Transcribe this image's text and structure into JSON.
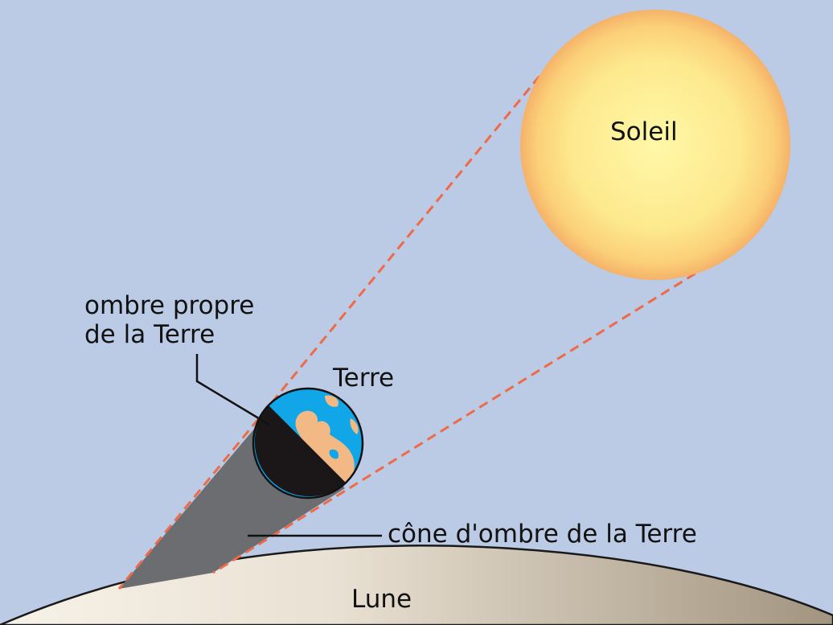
{
  "labels": {
    "sun": "Soleil",
    "earth": "Terre",
    "moon": "Lune",
    "own_shadow_line1": "ombre propre",
    "own_shadow_line2": "de la Terre",
    "shadow_cone": "cône d'ombre de la Terre"
  },
  "colors": {
    "background": "#bccbe5",
    "sun_core": "#fff59b",
    "sun_edge": "#f7b86b",
    "earth_ocean": "#10a6e8",
    "earth_land": "#f3b985",
    "earth_night": "#1b1718",
    "shadow_cone": "#6c6d70",
    "moon_light": "#f6f1e7",
    "moon_dark": "#a79a87",
    "dashed_lines": "#ee6a48",
    "pointer_lines": "#111111"
  }
}
